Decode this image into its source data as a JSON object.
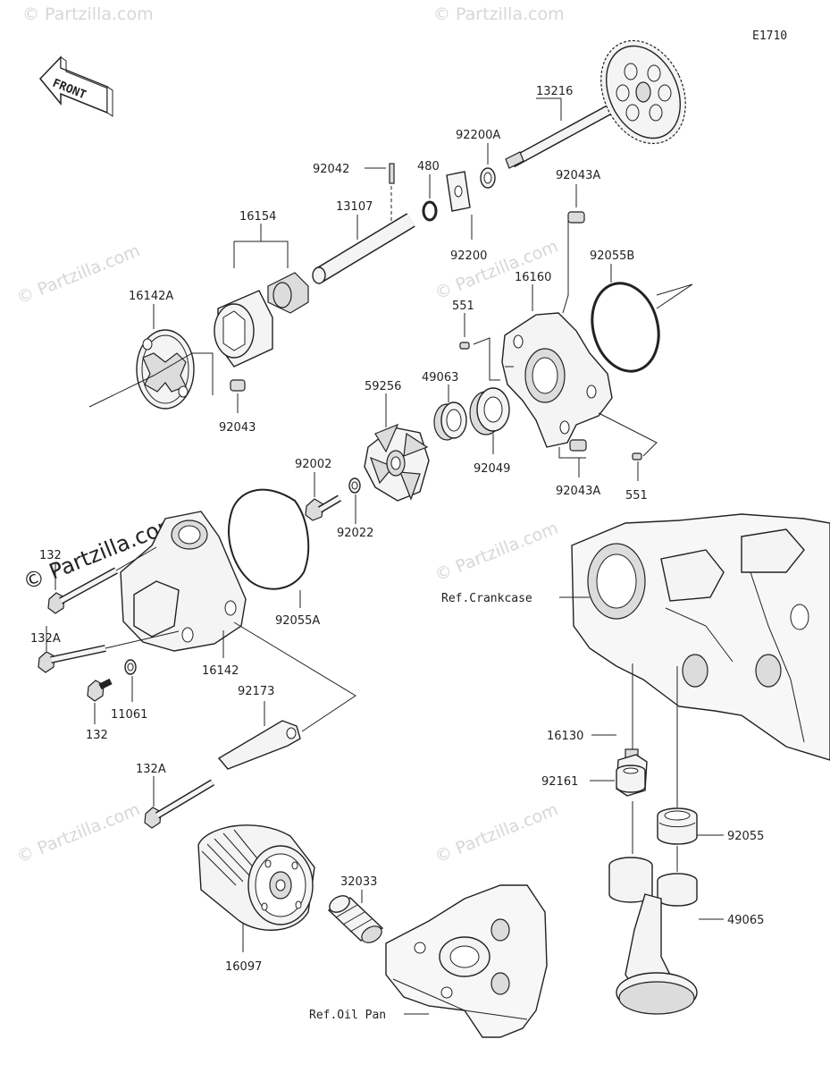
{
  "diagram_code": "E1710",
  "front_label": "FRONT",
  "watermarks": {
    "small": "© Partzilla.com",
    "large": "© Partzilla.com"
  },
  "part_labels": {
    "p13216": "13216",
    "p92200A": "92200A",
    "p480": "480",
    "p92042": "92042",
    "p13107": "13107",
    "p16154": "16154",
    "p92200": "92200",
    "p92043A_top": "92043A",
    "p92055B": "92055B",
    "p16142A": "16142A",
    "p16160": "16160",
    "p551_top": "551",
    "p49063": "49063",
    "p59256": "59256",
    "p92043": "92043",
    "p92049": "92049",
    "p92043A_bot": "92043A",
    "p551_bot": "551",
    "p92002": "92002",
    "p92022": "92022",
    "p132_top": "132",
    "p92055A": "92055A",
    "p16142": "16142",
    "p132A_mid": "132A",
    "p11061": "11061",
    "p132": "132",
    "p92173": "92173",
    "p132A_bot": "132A",
    "p16130": "16130",
    "p92161": "92161",
    "p92055": "92055",
    "p49065": "49065",
    "p32033": "32033",
    "p16097": "16097"
  },
  "ref_labels": {
    "crankcase": "Ref.Crankcase",
    "oil_pan": "Ref.Oil Pan"
  }
}
